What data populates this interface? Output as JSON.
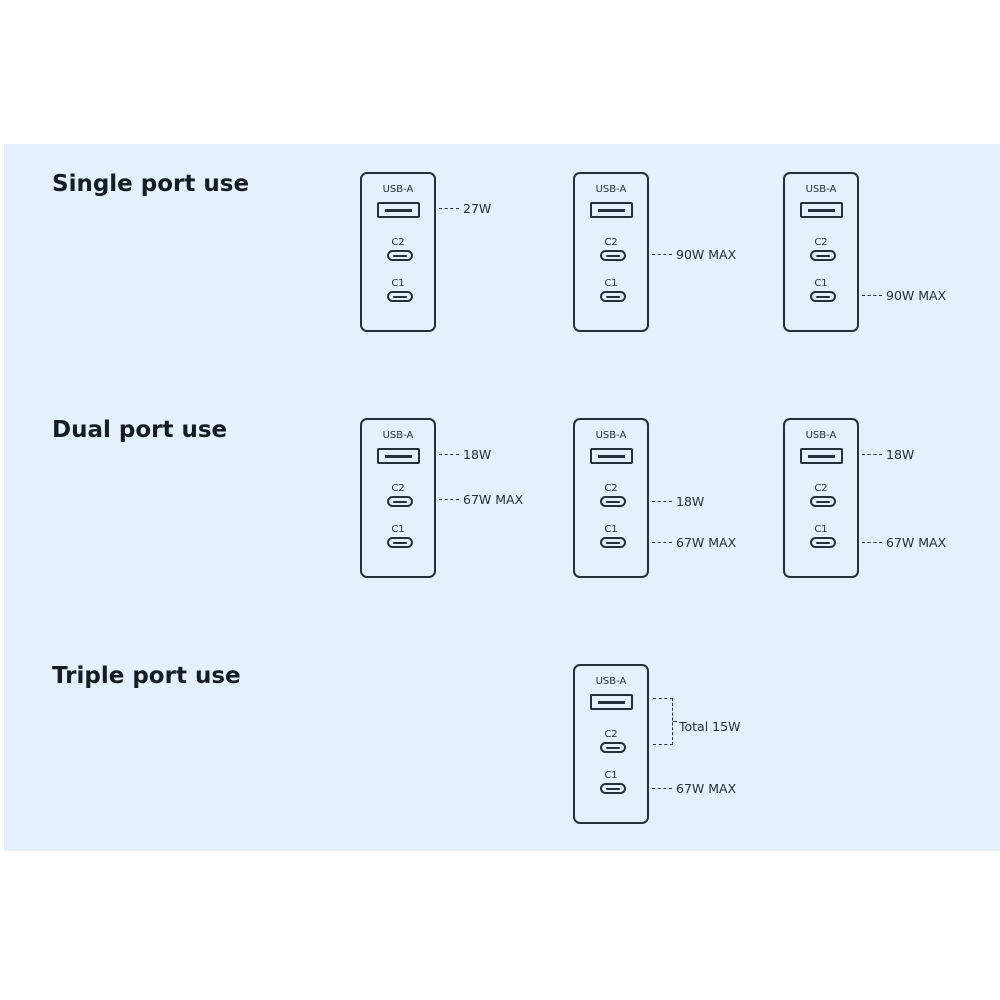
{
  "sections": {
    "single": "Single port use",
    "dual": "Dual port use",
    "triple": "Triple port use"
  },
  "ports": {
    "usba": "USB-A",
    "c2": "C2",
    "c1": "C1"
  },
  "callouts": {
    "s1_usba": "27W",
    "s2_c2": "90W MAX",
    "s3_c1": "90W MAX",
    "d1_usba": "18W",
    "d1_c2": "67W MAX",
    "d2_c2": "18W",
    "d2_c1": "67W MAX",
    "d3_usba": "18W",
    "d3_c1": "67W MAX",
    "t_total": "Total 15W",
    "t_c1": "67W MAX"
  },
  "colors": {
    "panel_bg": "#e4f0fb",
    "line": "#26303a",
    "title": "#141c24"
  }
}
